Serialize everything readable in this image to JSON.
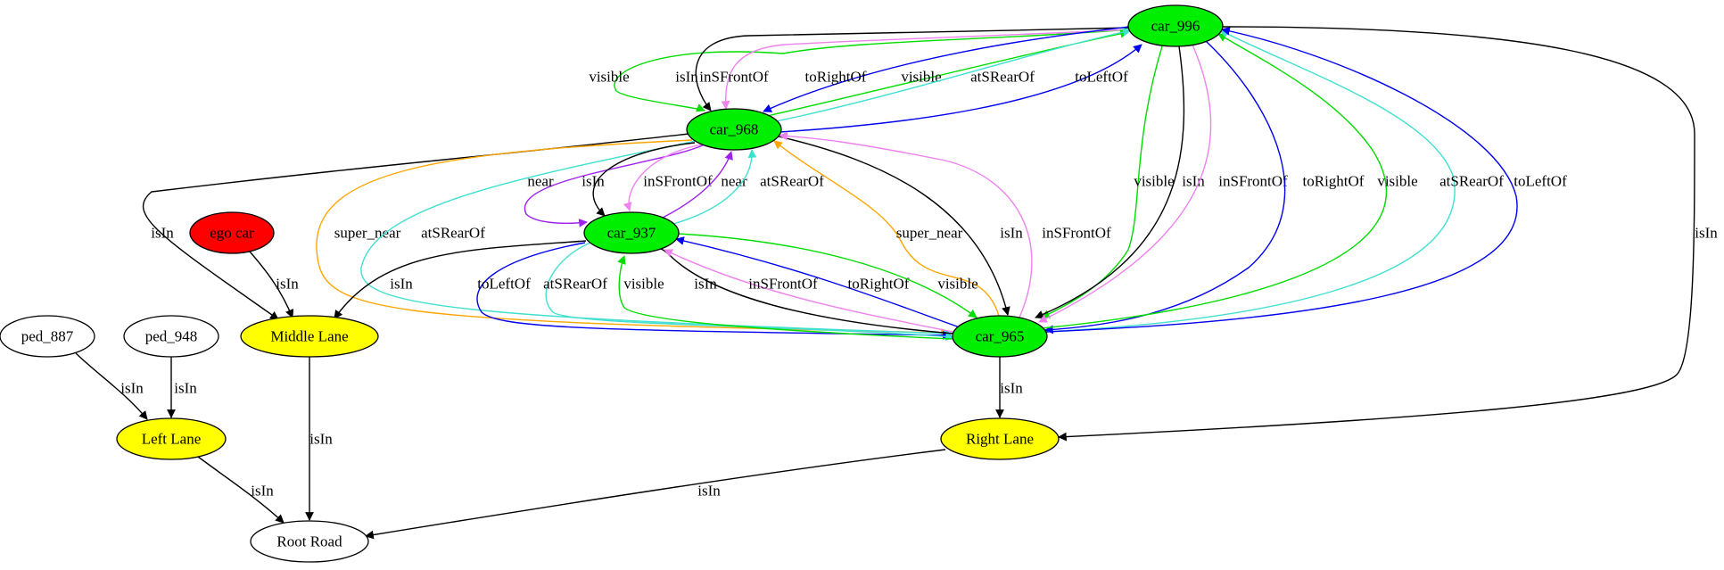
{
  "colors": {
    "green": "#00ee00",
    "red": "#ff0000",
    "yellow": "#ffff00",
    "white": "#ffffff",
    "black": "#000000",
    "edge_green": "#00dd00",
    "violet": "#ee82ee",
    "blue": "#0000ee",
    "turquoise": "#40e0d0",
    "orange": "#ffa500",
    "purple": "#a020f0"
  },
  "nodes": [
    {
      "id": "car_996",
      "label": "car_996",
      "fill": "green"
    },
    {
      "id": "car_968",
      "label": "car_968",
      "fill": "green"
    },
    {
      "id": "car_937",
      "label": "car_937",
      "fill": "green"
    },
    {
      "id": "car_965",
      "label": "car_965",
      "fill": "green"
    },
    {
      "id": "ego_car",
      "label": "ego car",
      "fill": "red"
    },
    {
      "id": "middle_lane",
      "label": "Middle Lane",
      "fill": "yellow"
    },
    {
      "id": "ped_887",
      "label": "ped_887",
      "fill": "white"
    },
    {
      "id": "ped_948",
      "label": "ped_948",
      "fill": "white"
    },
    {
      "id": "left_lane",
      "label": "Left Lane",
      "fill": "yellow"
    },
    {
      "id": "right_lane",
      "label": "Right Lane",
      "fill": "yellow"
    },
    {
      "id": "root_road",
      "label": "Root Road",
      "fill": "white"
    }
  ],
  "edges": [
    {
      "from": "car_996",
      "to": "car_968",
      "label": "visible",
      "color": "edge_green"
    },
    {
      "from": "car_996",
      "to": "car_968",
      "label": "isIn",
      "color": "black"
    },
    {
      "from": "car_996",
      "to": "car_968",
      "label": "inSFrontOf",
      "color": "violet"
    },
    {
      "from": "car_996",
      "to": "car_968",
      "label": "toRightOf",
      "color": "blue"
    },
    {
      "from": "car_968",
      "to": "car_996",
      "label": "visible",
      "color": "edge_green"
    },
    {
      "from": "car_968",
      "to": "car_996",
      "label": "atSRearOf",
      "color": "turquoise"
    },
    {
      "from": "car_968",
      "to": "car_996",
      "label": "toLeftOf",
      "color": "blue"
    },
    {
      "from": "car_968",
      "to": "middle_lane",
      "label": "isIn",
      "color": "black"
    },
    {
      "from": "car_968",
      "to": "car_965",
      "label": "super_near",
      "color": "orange"
    },
    {
      "from": "car_968",
      "to": "car_965",
      "label": "atSRearOf",
      "color": "turquoise"
    },
    {
      "from": "car_968",
      "to": "car_937",
      "label": "near",
      "color": "purple"
    },
    {
      "from": "car_968",
      "to": "car_937",
      "label": "isIn",
      "color": "black"
    },
    {
      "from": "car_968",
      "to": "car_937",
      "label": "inSFrontOf",
      "color": "violet"
    },
    {
      "from": "car_937",
      "to": "car_968",
      "label": "near",
      "color": "purple"
    },
    {
      "from": "car_937",
      "to": "car_968",
      "label": "atSRearOf",
      "color": "turquoise"
    },
    {
      "from": "car_968",
      "to": "car_965",
      "label": "isIn",
      "color": "black"
    },
    {
      "from": "car_965",
      "to": "car_968",
      "label": "super_near",
      "color": "orange"
    },
    {
      "from": "car_965",
      "to": "car_968",
      "label": "inSFrontOf",
      "color": "violet"
    },
    {
      "from": "car_996",
      "to": "car_965",
      "label": "visible",
      "color": "edge_green"
    },
    {
      "from": "car_996",
      "to": "car_965",
      "label": "isIn",
      "color": "black"
    },
    {
      "from": "car_996",
      "to": "car_965",
      "label": "inSFrontOf",
      "color": "violet"
    },
    {
      "from": "car_996",
      "to": "car_965",
      "label": "toRightOf",
      "color": "blue"
    },
    {
      "from": "car_965",
      "to": "car_996",
      "label": "visible",
      "color": "edge_green"
    },
    {
      "from": "car_965",
      "to": "car_996",
      "label": "atSRearOf",
      "color": "turquoise"
    },
    {
      "from": "car_965",
      "to": "car_996",
      "label": "toLeftOf",
      "color": "blue"
    },
    {
      "from": "car_996",
      "to": "right_lane",
      "label": "isIn",
      "color": "black"
    },
    {
      "from": "ego_car",
      "to": "middle_lane",
      "label": "isIn",
      "color": "black"
    },
    {
      "from": "car_937",
      "to": "middle_lane",
      "label": "isIn",
      "color": "black"
    },
    {
      "from": "car_937",
      "to": "car_965",
      "label": "toLeftOf",
      "color": "blue"
    },
    {
      "from": "car_937",
      "to": "car_965",
      "label": "atSRearOf",
      "color": "turquoise"
    },
    {
      "from": "car_965",
      "to": "car_937",
      "label": "visible",
      "color": "edge_green"
    },
    {
      "from": "car_965",
      "to": "car_937",
      "label": "isIn",
      "color": "black"
    },
    {
      "from": "car_965",
      "to": "car_937",
      "label": "inSFrontOf",
      "color": "violet"
    },
    {
      "from": "car_965",
      "to": "car_937",
      "label": "toRightOf",
      "color": "blue"
    },
    {
      "from": "car_937",
      "to": "car_965",
      "label": "visible",
      "color": "edge_green"
    },
    {
      "from": "ped_887",
      "to": "left_lane",
      "label": "isIn",
      "color": "black"
    },
    {
      "from": "ped_948",
      "to": "left_lane",
      "label": "isIn",
      "color": "black"
    },
    {
      "from": "middle_lane",
      "to": "root_road",
      "label": "isIn",
      "color": "black"
    },
    {
      "from": "left_lane",
      "to": "root_road",
      "label": "isIn",
      "color": "black"
    },
    {
      "from": "car_965",
      "to": "right_lane",
      "label": "isIn",
      "color": "black"
    },
    {
      "from": "right_lane",
      "to": "root_road",
      "label": "isIn",
      "color": "black"
    }
  ]
}
